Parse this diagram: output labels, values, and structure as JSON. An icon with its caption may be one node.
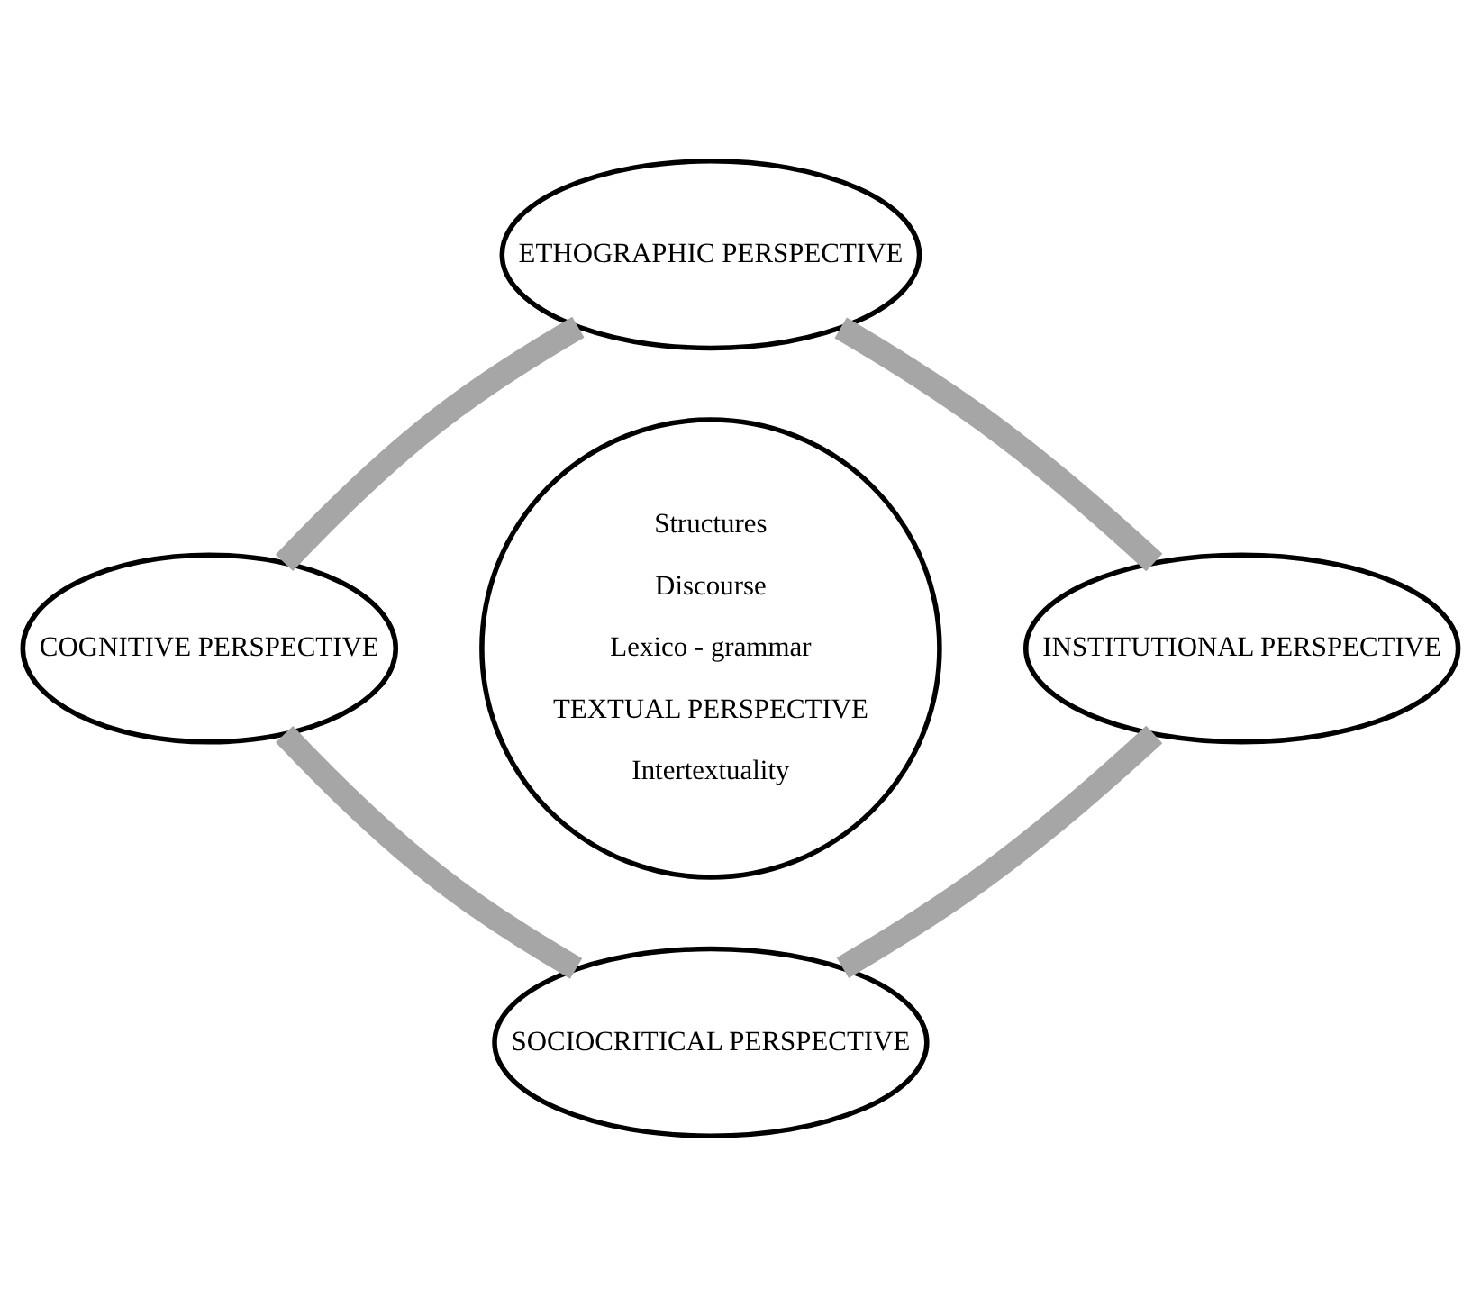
{
  "diagram": {
    "nodes": [
      {
        "text": [
          "ETHOGRAPHIC PERSPECTIVE"
        ]
      },
      {
        "text": [
          "COGNITIVE PERSPECTIVE"
        ]
      },
      {
        "text": [
          "Structures",
          "Discourse",
          "Lexico - grammar",
          "TEXTUAL PERSPECTIVE",
          "Intertextuality"
        ]
      },
      {
        "text": [
          "INSTITUTIONAL PERSPECTIVE"
        ]
      },
      {
        "text": [
          "SOCIOCRITICAL PERSPECTIVE"
        ]
      }
    ],
    "edges": [
      {
        "from": 0,
        "to": 1,
        "arrow": "none"
      },
      {
        "from": 0,
        "to": 3,
        "arrow": "none"
      },
      {
        "from": 1,
        "to": 4,
        "arrow": "none"
      },
      {
        "from": 3,
        "to": 4,
        "arrow": "none"
      }
    ]
  }
}
